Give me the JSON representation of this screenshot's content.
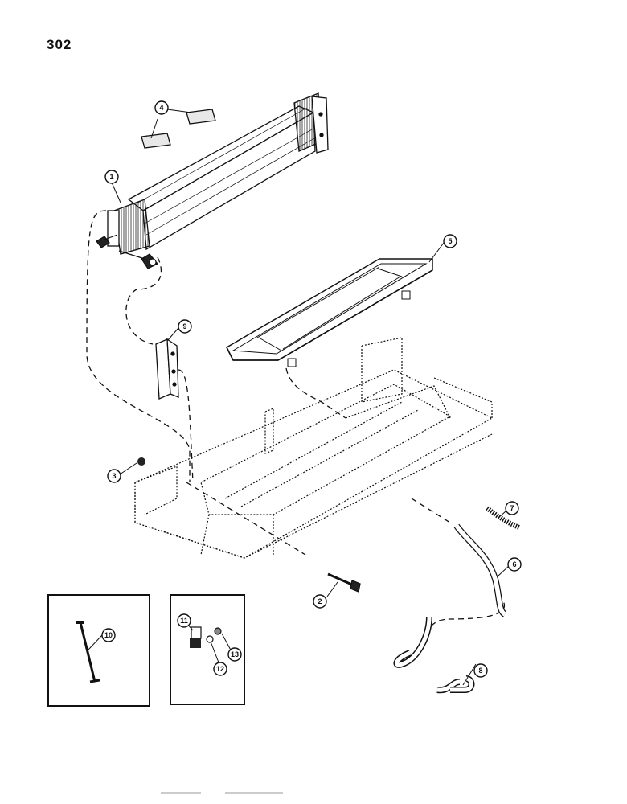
{
  "page": {
    "number": "302"
  },
  "callouts": [
    "1",
    "2",
    "3",
    "4",
    "5",
    "6",
    "7",
    "8",
    "9",
    "10",
    "11",
    "12",
    "13"
  ]
}
